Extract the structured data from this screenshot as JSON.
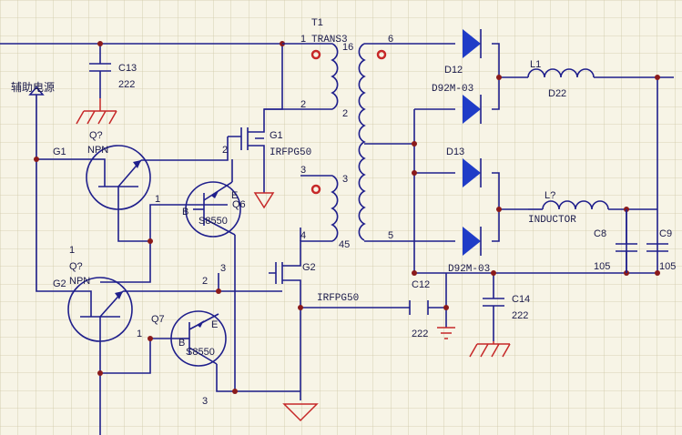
{
  "labels": {
    "aux_power": "辅助电源",
    "t1_ref": "T1",
    "t1_name": "TRANS3",
    "t1_pin1": "1",
    "t1_pin16": "16",
    "t1_pin6": "6",
    "t1_pin2a": "2",
    "t1_pin2b": "2",
    "t1_pin3a": "3",
    "t1_pin3b": "3",
    "t1_pin4": "4",
    "t1_pin45": "45",
    "t1_pin5": "5",
    "c13": "C13",
    "c13_val": "222",
    "g1": "G1",
    "g2": "G2",
    "q_top_ref": "Q?",
    "q_top_type": "NPN",
    "q_bot_ref": "Q?",
    "q_bot_type": "NPN",
    "q_bot_pin1": "1",
    "q_top_pin1": "1",
    "q_bot_pin1b": "1",
    "q_top_pin2": "2",
    "q6_ref": "Q6",
    "q6_type": "S8550",
    "q6_b": "B",
    "q6_e": "E",
    "q6_pin2": "2",
    "q6_pin3": "3",
    "q7_ref": "Q7",
    "q7_type": "S8550",
    "q7_b": "B",
    "q7_e": "E",
    "q7_pin3": "3",
    "mos1_label": "G1",
    "mos1_type": "IRFPG50",
    "mos2_label": "G2",
    "mos2_type": "IRFPG50",
    "d12": "D12",
    "d92_top": "D92M-03",
    "d13": "D13",
    "d92_bot": "D92M-03",
    "l1": "L1",
    "d22": "D22",
    "lq": "L?",
    "inductor": "INDUCTOR",
    "c8": "C8",
    "c8_val": "105",
    "c9": "C9",
    "c9_val": "105",
    "c12": "C12",
    "c12_val": "222",
    "c14": "C14",
    "c14_val": "222"
  }
}
